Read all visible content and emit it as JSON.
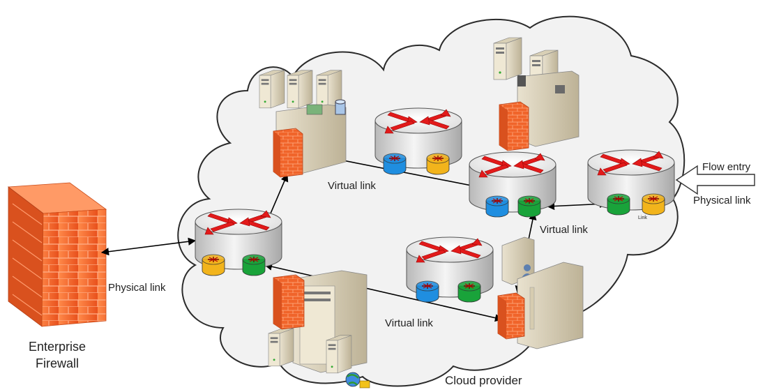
{
  "labels": {
    "physical_link_left": "Physical link",
    "enterprise_line1": "Enterprise",
    "enterprise_line2": "Firewall",
    "virtual_link_top": "Virtual link",
    "virtual_link_right": "Virtual link",
    "virtual_link_bottom": "Virtual link",
    "flow_entry": "Flow entry",
    "physical_link_right": "Physical link",
    "cloud_provider": "Cloud provider",
    "switch_port_tiny": "Link"
  },
  "colors": {
    "cloud_fill": "#f2f2f2",
    "cloud_stroke": "#2b2b2b",
    "firewall_orange": "#f0642a",
    "router_red": "#e21a1a",
    "port_green": "#19a33a",
    "port_yellow": "#f2b41c",
    "port_blue": "#1f8ee0"
  },
  "icons": [
    "firewall-icon",
    "router-icon",
    "server-icon",
    "globe-icon",
    "user-icon",
    "database-icon"
  ]
}
